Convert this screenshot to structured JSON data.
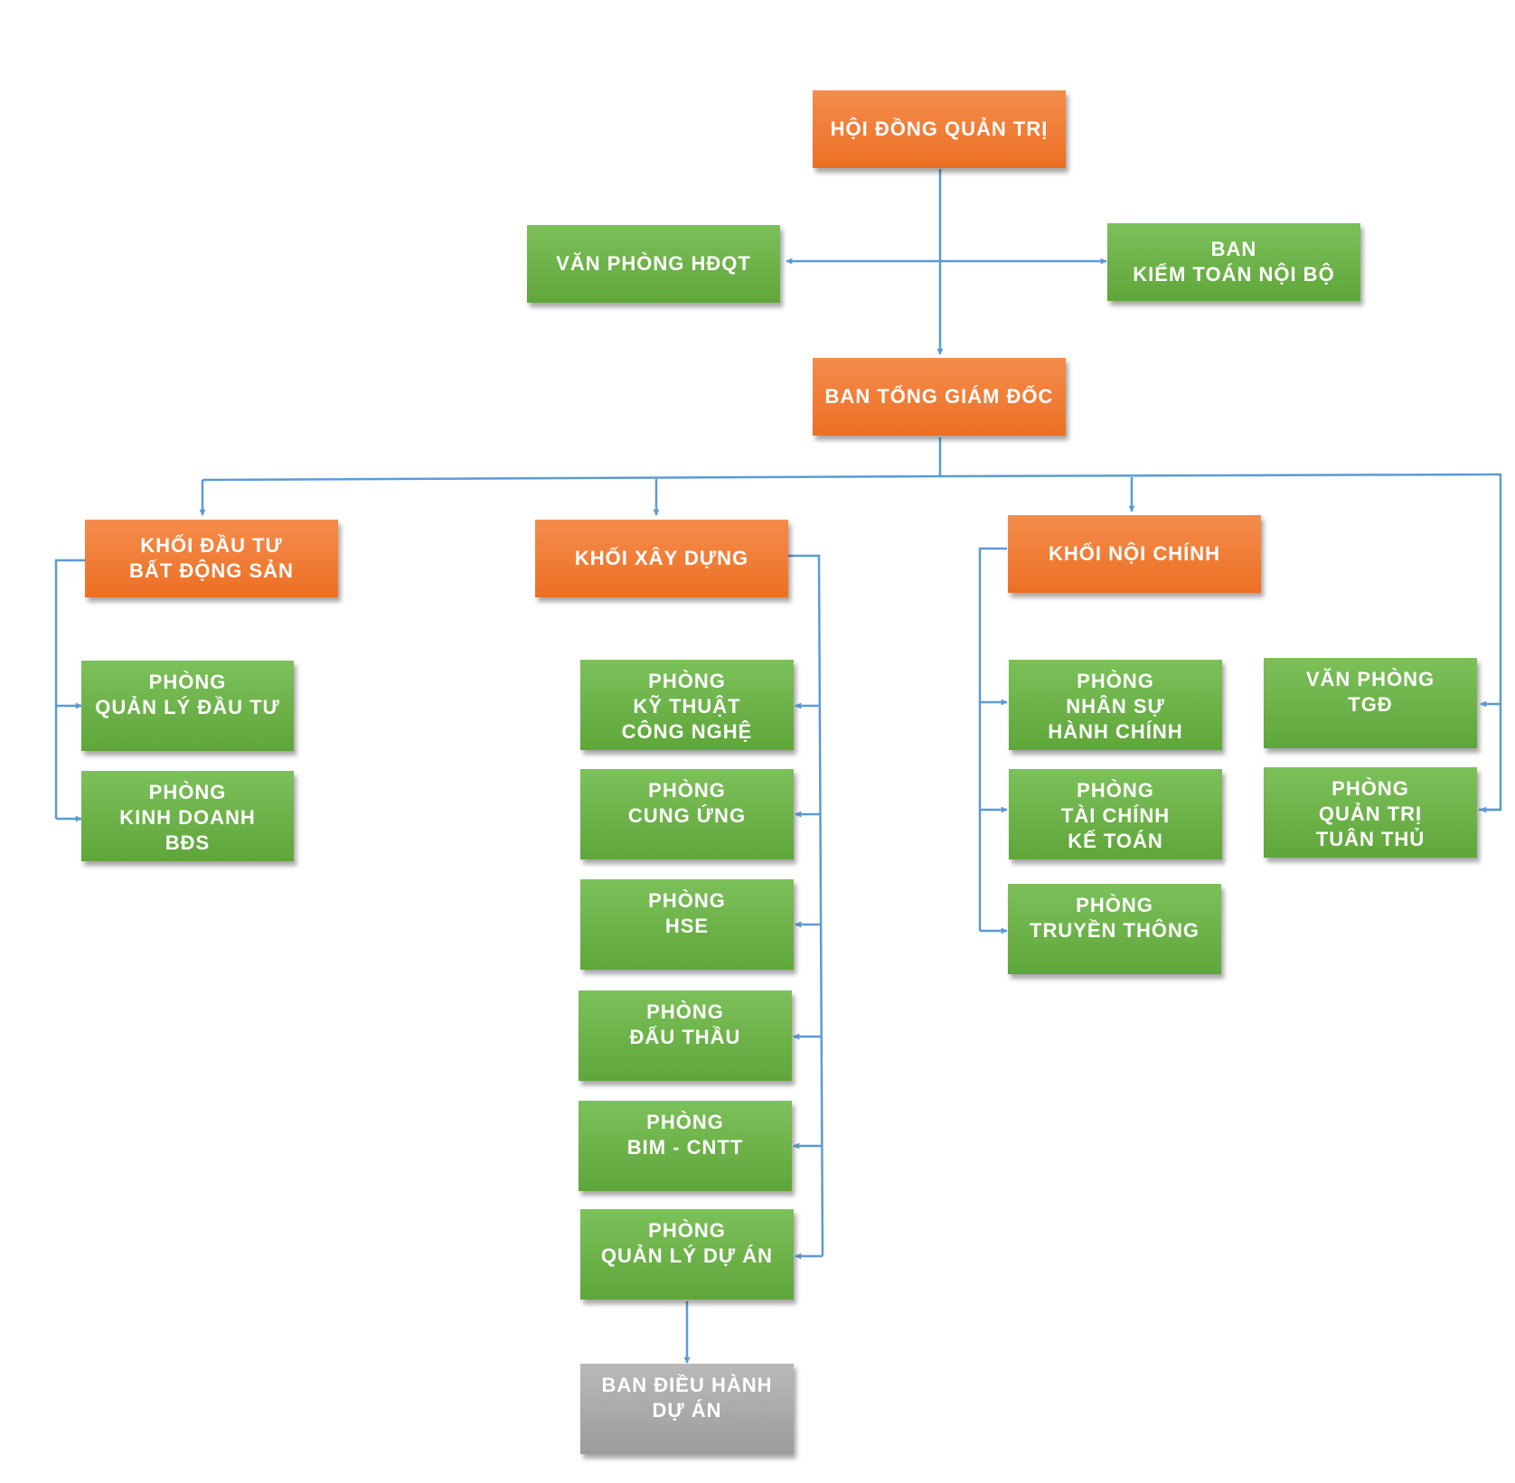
{
  "colors": {
    "orange": "#ef7a33",
    "green": "#6ab147",
    "gray": "#a8a8a8",
    "connector": "#5b9bd5"
  },
  "board": {
    "line1": "HỘI ĐỒNG QUẢN TRỊ"
  },
  "board_office": {
    "line1": "VĂN PHÒNG HĐQT"
  },
  "audit": {
    "line1": "BAN",
    "line2": "KIỂM TOÁN NỘI BỘ"
  },
  "ceo": {
    "line1": "BAN TỔNG GIÁM ĐỐC"
  },
  "real_estate_block": {
    "line1": "KHỐI ĐẦU TƯ",
    "line2": "BẤT ĐỘNG SẢN"
  },
  "construction_block": {
    "line1": "KHỐI XÂY DỰNG"
  },
  "internal_block": {
    "line1": "KHỐI NỘI CHÍNH"
  },
  "investment_mgmt": {
    "line1": "PHÒNG",
    "line2": "QUẢN LÝ ĐẦU TƯ"
  },
  "real_estate_sales": {
    "line1": "PHÒNG",
    "line2": "KINH DOANH",
    "line3": "BĐS"
  },
  "technology": {
    "line1": "PHÒNG",
    "line2": "KỸ THUẬT",
    "line3": "CÔNG NGHỆ"
  },
  "supply": {
    "line1": "PHÒNG",
    "line2": "CUNG ỨNG"
  },
  "hse": {
    "line1": "PHÒNG",
    "line2": "HSE"
  },
  "bidding": {
    "line1": "PHÒNG",
    "line2": "ĐẤU THẦU"
  },
  "bim": {
    "line1": "PHÒNG",
    "line2": "BIM - CNTT"
  },
  "project_mgmt": {
    "line1": "PHÒNG",
    "line2": "QUẢN LÝ DỰ ÁN"
  },
  "project_board": {
    "line1": "BAN ĐIỀU HÀNH",
    "line2": "DỰ ÁN"
  },
  "hr_admin": {
    "line1": "PHÒNG",
    "line2": "NHÂN SỰ",
    "line3": "HÀNH CHÍNH"
  },
  "finance": {
    "line1": "PHÒNG",
    "line2": "TÀI CHÍNH",
    "line3": "KẾ TOÁN"
  },
  "communications": {
    "line1": "PHÒNG",
    "line2": "TRUYỀN THÔNG"
  },
  "ceo_office": {
    "line1": "VĂN PHÒNG",
    "line2": "TGĐ"
  },
  "compliance": {
    "line1": "PHÒNG",
    "line2": "QUẢN TRỊ",
    "line3": "TUÂN THỦ"
  }
}
